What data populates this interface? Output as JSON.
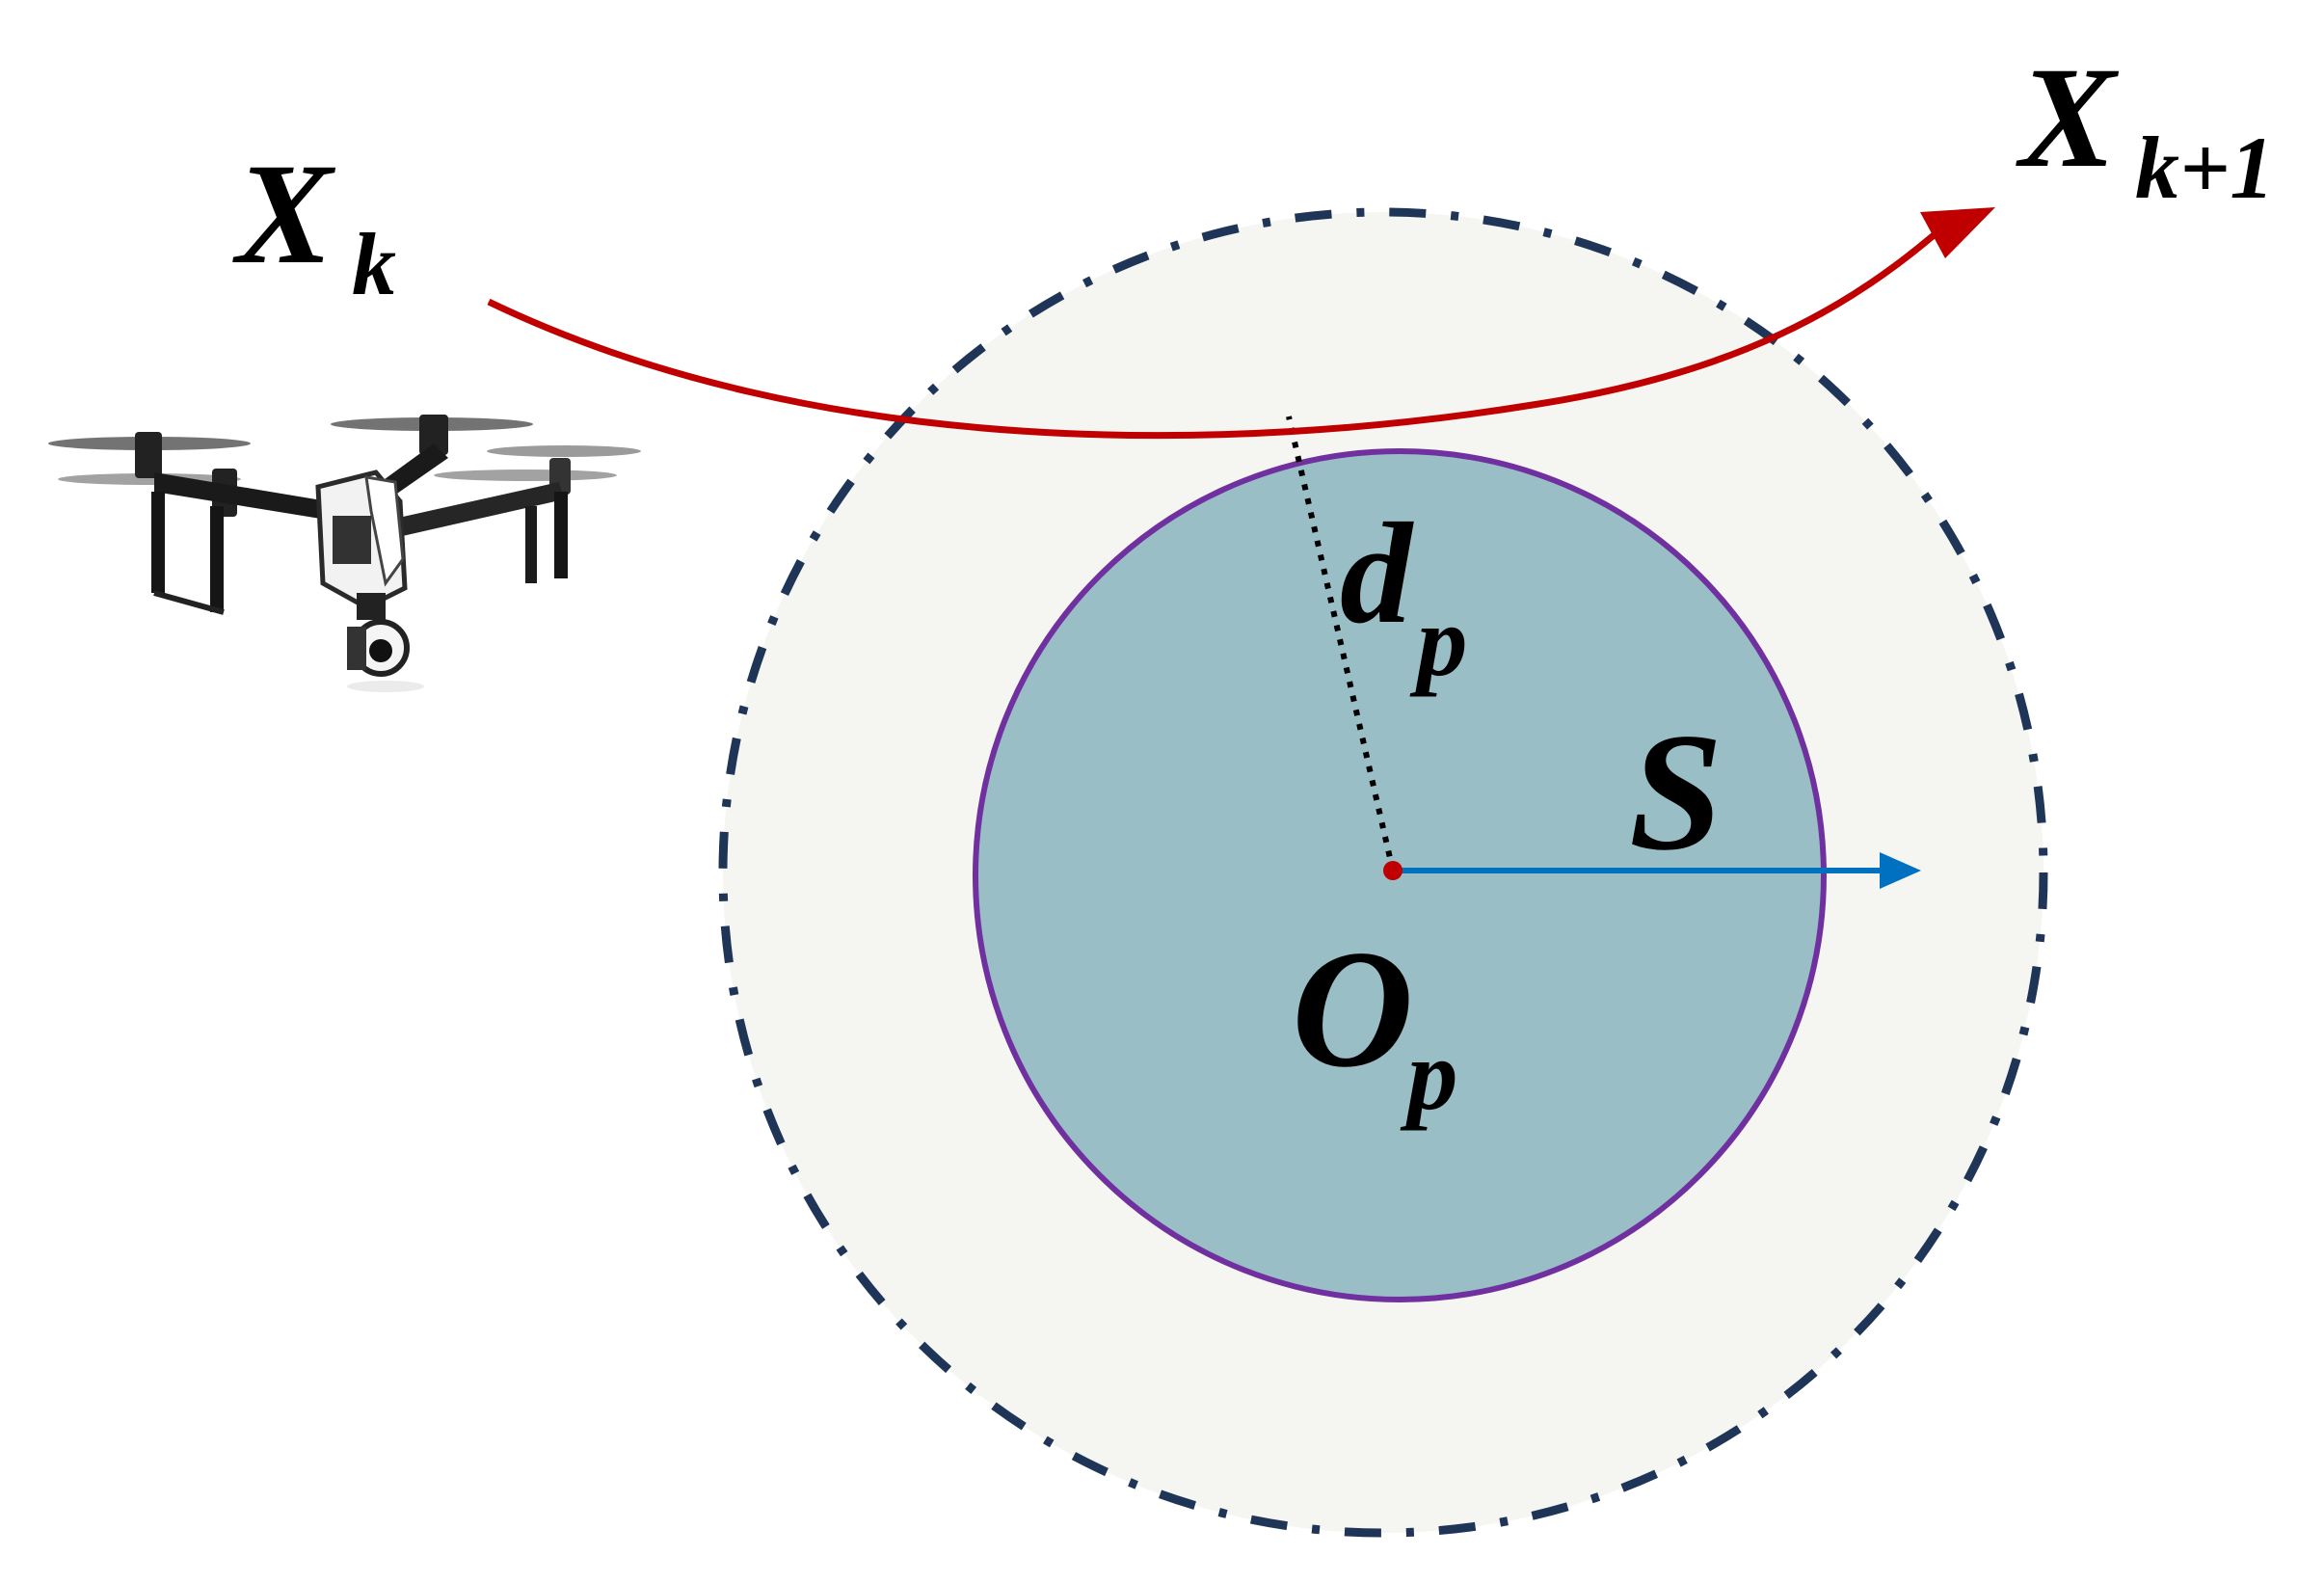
{
  "diagram": {
    "labels": {
      "start": {
        "main": "X",
        "sub": "k"
      },
      "end": {
        "main": "X",
        "sub": "k+1"
      },
      "distance": {
        "main": "d",
        "sub": "p"
      },
      "center": {
        "main": "O",
        "sub": "p"
      },
      "radius": {
        "main": "S"
      }
    },
    "colors": {
      "trajectory": "#c00000",
      "outer_zone_fill": "#f5f5f2",
      "outer_zone_stroke": "#1f3557",
      "inner_zone_fill": "#99bec6",
      "inner_zone_stroke": "#7030a0",
      "radius_arrow": "#0070c0",
      "center_point": "#c00000",
      "distance_line": "#000000"
    },
    "icons": {
      "drone": "quadcopter-drone-icon"
    }
  }
}
